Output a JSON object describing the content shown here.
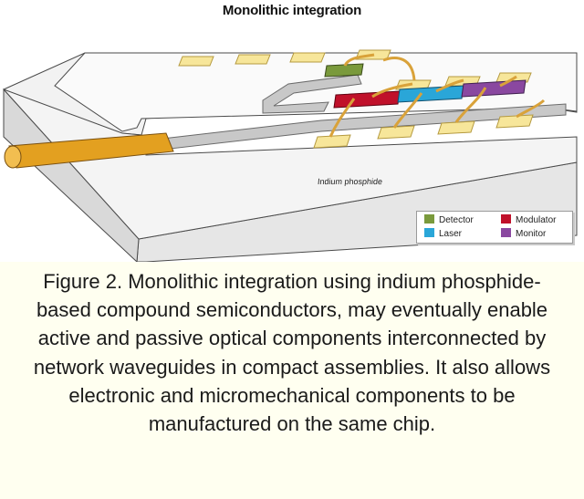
{
  "figure": {
    "title": "Monolithic integration",
    "substrate_label": "Indium phosphide",
    "legend": {
      "items": [
        {
          "label": "Detector",
          "color": "#7a9a3c"
        },
        {
          "label": "Modulator",
          "color": "#c0102a"
        },
        {
          "label": "Laser",
          "color": "#2aa6d8"
        },
        {
          "label": "Monitor",
          "color": "#8a48a0"
        }
      ]
    },
    "colors": {
      "fiber": "#e3a020",
      "waveguide": "#c8c8c8",
      "contact_pad": "#f7e69a",
      "wire": "#d9a23a",
      "caption_background": "#fffff0"
    }
  },
  "caption": {
    "text": "Figure 2. Monolithic integration using indium phosphide-based compound semiconductors, may eventually enable active and passive optical components interconnected by network waveguides in compact assemblies. It also allows electronic and micromechanical components to be manufactured on the same chip."
  }
}
